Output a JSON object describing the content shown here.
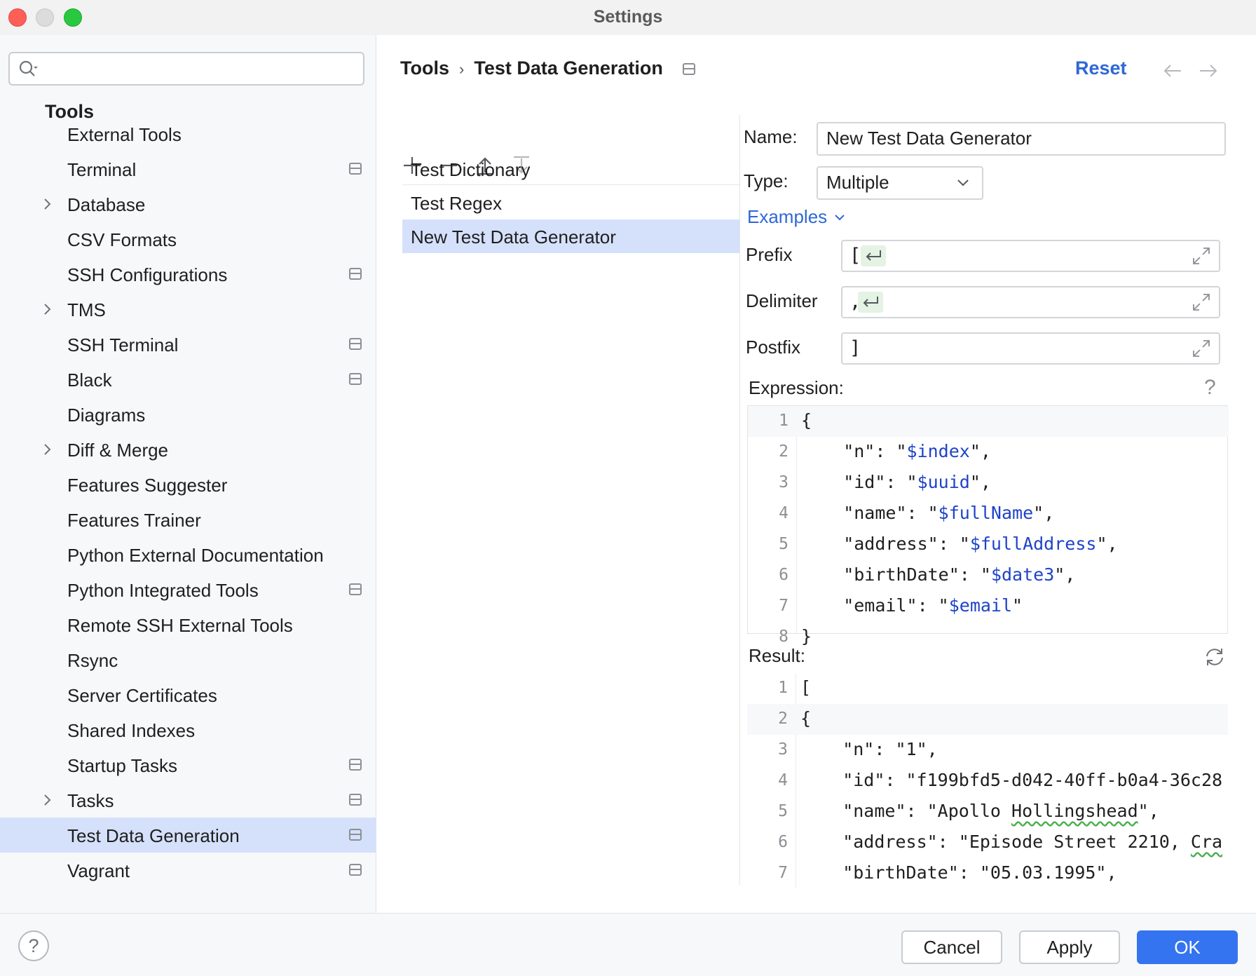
{
  "window": {
    "title": "Settings"
  },
  "sidebar": {
    "search": {
      "placeholder": ""
    },
    "root": "Tools",
    "items": [
      {
        "label": "External Tools",
        "expandable": false,
        "project": false,
        "selected": false
      },
      {
        "label": "Terminal",
        "expandable": false,
        "project": true,
        "selected": false
      },
      {
        "label": "Database",
        "expandable": true,
        "project": false,
        "selected": false
      },
      {
        "label": "CSV Formats",
        "expandable": false,
        "project": false,
        "selected": false
      },
      {
        "label": "SSH Configurations",
        "expandable": false,
        "project": true,
        "selected": false
      },
      {
        "label": "TMS",
        "expandable": true,
        "project": false,
        "selected": false
      },
      {
        "label": "SSH Terminal",
        "expandable": false,
        "project": true,
        "selected": false
      },
      {
        "label": "Black",
        "expandable": false,
        "project": true,
        "selected": false
      },
      {
        "label": "Diagrams",
        "expandable": false,
        "project": false,
        "selected": false
      },
      {
        "label": "Diff & Merge",
        "expandable": true,
        "project": false,
        "selected": false
      },
      {
        "label": "Features Suggester",
        "expandable": false,
        "project": false,
        "selected": false
      },
      {
        "label": "Features Trainer",
        "expandable": false,
        "project": false,
        "selected": false
      },
      {
        "label": "Python External Documentation",
        "expandable": false,
        "project": false,
        "selected": false
      },
      {
        "label": "Python Integrated Tools",
        "expandable": false,
        "project": true,
        "selected": false
      },
      {
        "label": "Remote SSH External Tools",
        "expandable": false,
        "project": false,
        "selected": false
      },
      {
        "label": "Rsync",
        "expandable": false,
        "project": false,
        "selected": false
      },
      {
        "label": "Server Certificates",
        "expandable": false,
        "project": false,
        "selected": false
      },
      {
        "label": "Shared Indexes",
        "expandable": false,
        "project": false,
        "selected": false
      },
      {
        "label": "Startup Tasks",
        "expandable": false,
        "project": true,
        "selected": false
      },
      {
        "label": "Tasks",
        "expandable": true,
        "project": true,
        "selected": false
      },
      {
        "label": "Test Data Generation",
        "expandable": false,
        "project": true,
        "selected": true
      },
      {
        "label": "Vagrant",
        "expandable": false,
        "project": true,
        "selected": false
      }
    ]
  },
  "header": {
    "breadcrumb": [
      "Tools",
      "Test Data Generation"
    ],
    "separator": "›",
    "reset_label": "Reset"
  },
  "generators": {
    "items": [
      {
        "label": "Test Dictionary",
        "selected": false
      },
      {
        "label": "Test Regex",
        "selected": false
      },
      {
        "label": "New Test Data Generator",
        "selected": true
      }
    ]
  },
  "form": {
    "name_label": "Name:",
    "name_value": "New Test Data Generator",
    "type_label": "Type:",
    "type_value": "Multiple",
    "examples_label": "Examples",
    "prefix_label": "Prefix",
    "prefix_value": "[",
    "delimiter_label": "Delimiter",
    "delimiter_value": ",",
    "postfix_label": "Postfix",
    "postfix_value": "]",
    "expression_label": "Expression:",
    "help_mark": "?",
    "result_label": "Result:"
  },
  "expression": {
    "lines": [
      {
        "n": "1",
        "parts": [
          [
            "{",
            ""
          ]
        ]
      },
      {
        "n": "2",
        "parts": [
          [
            "    \"n\": \"",
            ""
          ],
          [
            "$index",
            "var"
          ],
          [
            "\",",
            ""
          ]
        ]
      },
      {
        "n": "3",
        "parts": [
          [
            "    \"id\": \"",
            ""
          ],
          [
            "$uuid",
            "var"
          ],
          [
            "\",",
            ""
          ]
        ]
      },
      {
        "n": "4",
        "parts": [
          [
            "    \"name\": \"",
            ""
          ],
          [
            "$fullName",
            "var"
          ],
          [
            "\",",
            ""
          ]
        ]
      },
      {
        "n": "5",
        "parts": [
          [
            "    \"address\": \"",
            ""
          ],
          [
            "$fullAddress",
            "var"
          ],
          [
            "\",",
            ""
          ]
        ]
      },
      {
        "n": "6",
        "parts": [
          [
            "    \"birthDate\": \"",
            ""
          ],
          [
            "$date3",
            "var"
          ],
          [
            "\",",
            ""
          ]
        ]
      },
      {
        "n": "7",
        "parts": [
          [
            "    \"email\": \"",
            ""
          ],
          [
            "$email",
            "var"
          ],
          [
            "\"",
            ""
          ]
        ]
      },
      {
        "n": "8",
        "parts": [
          [
            "}",
            ""
          ]
        ]
      }
    ]
  },
  "result": {
    "lines": [
      {
        "n": "1",
        "parts": [
          [
            "[",
            ""
          ]
        ]
      },
      {
        "n": "2",
        "parts": [
          [
            "{",
            ""
          ]
        ]
      },
      {
        "n": "3",
        "parts": [
          [
            "    \"n\": \"1\",",
            ""
          ]
        ]
      },
      {
        "n": "4",
        "parts": [
          [
            "    \"id\": \"f199bfd5-d042-40ff-b0a4-36c28",
            ""
          ]
        ]
      },
      {
        "n": "5",
        "parts": [
          [
            "    \"name\": \"Apollo ",
            ""
          ],
          [
            "Hollingshead",
            "wavy"
          ],
          [
            "\",",
            ""
          ]
        ]
      },
      {
        "n": "6",
        "parts": [
          [
            "    \"address\": \"Episode Street 2210, ",
            ""
          ],
          [
            "Cra",
            "wavy"
          ]
        ]
      },
      {
        "n": "7",
        "parts": [
          [
            "    \"birthDate\": \"05.03.1995\",",
            ""
          ]
        ]
      }
    ]
  },
  "footer": {
    "help": "?",
    "cancel": "Cancel",
    "apply": "Apply",
    "ok": "OK"
  },
  "colors": {
    "accent": "#3574f0",
    "link": "#2f68d6",
    "selection": "#d5e1fb",
    "variable": "#1e43c8"
  },
  "icons": [
    "search-icon",
    "chevron-right-icon",
    "project-scope-icon",
    "add-icon",
    "remove-icon",
    "move-up-icon",
    "move-down-icon",
    "back-arrow-icon",
    "forward-arrow-icon",
    "chevron-down-icon",
    "newline-icon",
    "expand-icon",
    "help-icon",
    "refresh-icon"
  ]
}
